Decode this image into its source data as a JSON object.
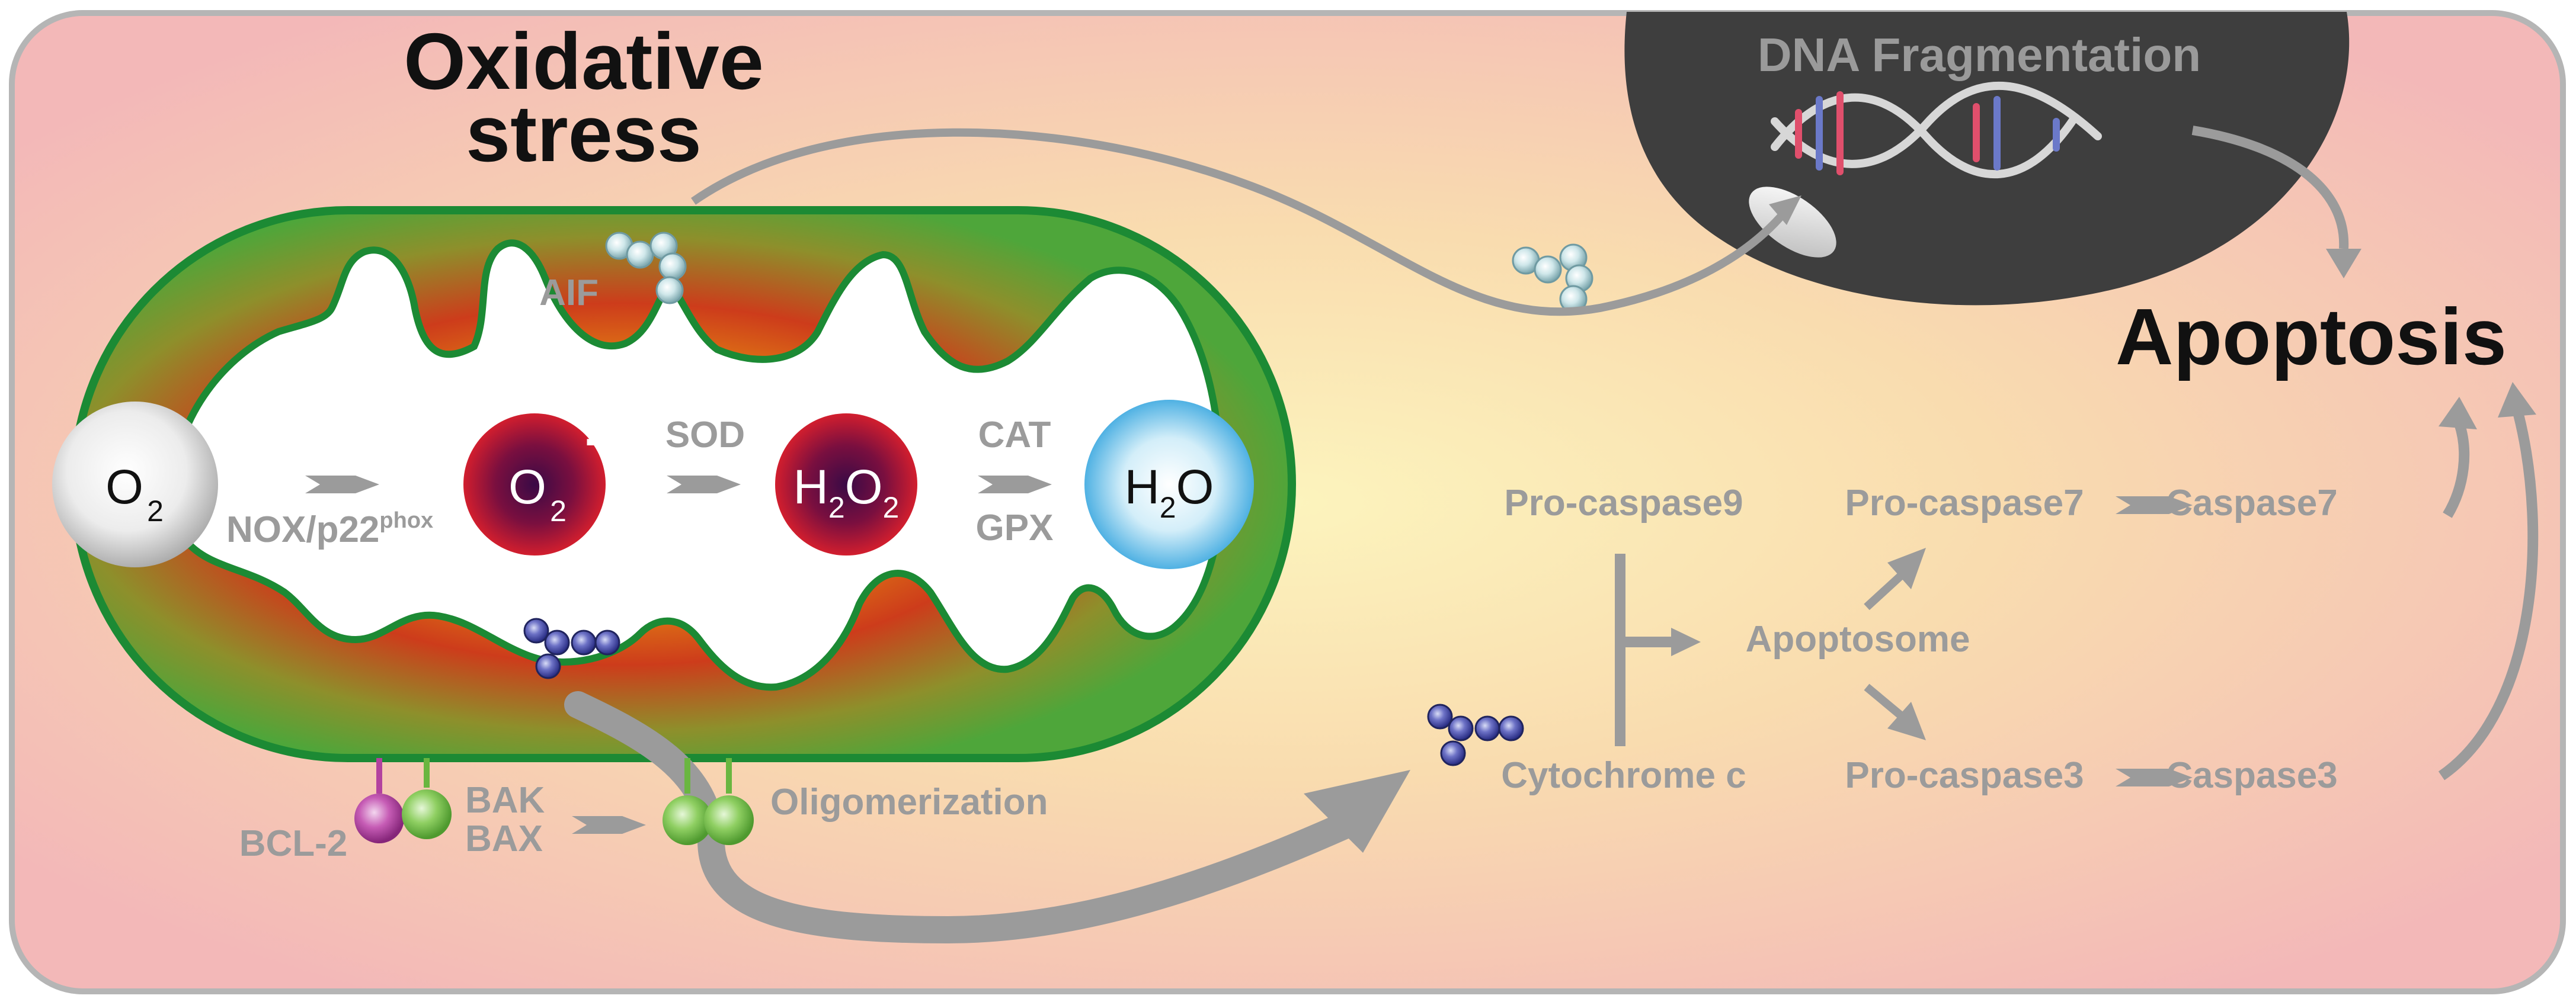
{
  "title": {
    "line1": "Oxidative",
    "line2": "stress"
  },
  "apoptosis": "Apoptosis",
  "dna_fragmentation": "DNA Fragmentation",
  "aif": "AIF",
  "molecules": {
    "o2": {
      "base": "O",
      "sub": "2"
    },
    "superoxide": {
      "base": "O",
      "sub": "2",
      "sup": "-"
    },
    "h2o2": {
      "a": "H",
      "sub1": "2",
      "b": "O",
      "sub2": "2"
    },
    "h2o": {
      "a": "H",
      "sub": "2",
      "b": "O"
    }
  },
  "enzymes": {
    "nox_main": "NOX/p22",
    "nox_sup": "phox",
    "sod": "SOD",
    "cat": "CAT",
    "gpx": "GPX"
  },
  "bcl": {
    "bcl2": "BCL-2",
    "bak": "BAK",
    "bax": "BAX",
    "oligomerization": "Oligomerization"
  },
  "cascade": {
    "pro_caspase9": "Pro-caspase9",
    "pro_caspase7": "Pro-caspase7",
    "caspase7": "Caspase7",
    "apoptosome": "Apoptosome",
    "cytochrome_c": "Cytochrome c",
    "pro_caspase3": "Pro-caspase3",
    "caspase3": "Caspase3"
  },
  "colors": {
    "membrane_green": "#53ab3b",
    "membrane_stroke": "#1e8a35",
    "label_gray": "#9b9b9b",
    "nucleus": "#3f3f3f",
    "background_pink": "#f4c1c0",
    "background_yellow": "#fcf0bb",
    "superoxide_red": "#c4182c",
    "water_blue": "#5fb8e6"
  }
}
